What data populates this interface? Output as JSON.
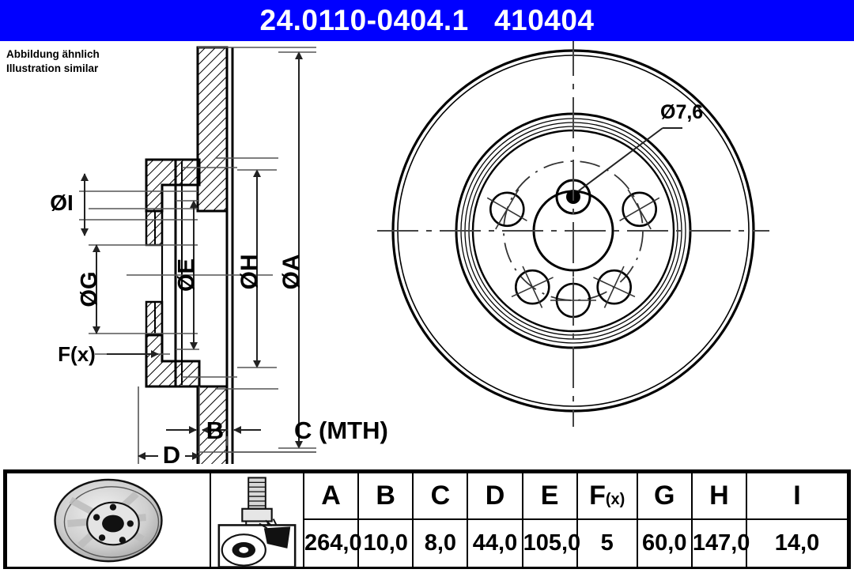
{
  "header": {
    "title": "24.0110-0404.1   410404",
    "part_number": "24.0110-0404.1",
    "reference_number": "410404",
    "background_color": "#0000FF",
    "text_color": "#FFFFFF"
  },
  "note": {
    "line_de": "Abbildung ähnlich",
    "line_en": "Illustration similar"
  },
  "drawing": {
    "section_view": {
      "labels": {
        "dia_i": "ØI",
        "dia_g": "ØG",
        "dia_e": "ØE",
        "dia_h": "ØH",
        "dia_a": "ØA",
        "f_x": "F(x)",
        "b": "B",
        "c_mth": "C (MTH)",
        "d": "D"
      }
    },
    "face_view": {
      "hole_callout": "Ø7,6",
      "bolt_hole_count": 5
    }
  },
  "spec_table": {
    "icons": [
      {
        "name": "brake-disc-photo-icon",
        "label": "brake-disc"
      },
      {
        "name": "bolt-and-spray-icon",
        "label": "bolt-spray"
      }
    ],
    "headers": [
      "A",
      "B",
      "C",
      "D",
      "E",
      "F(x)",
      "G",
      "H",
      "I"
    ],
    "header_f_main": "F",
    "header_f_sub": "(x)",
    "values": [
      "264,0",
      "10,0",
      "8,0",
      "44,0",
      "105,0",
      "5",
      "60,0",
      "147,0",
      "14,0"
    ]
  }
}
